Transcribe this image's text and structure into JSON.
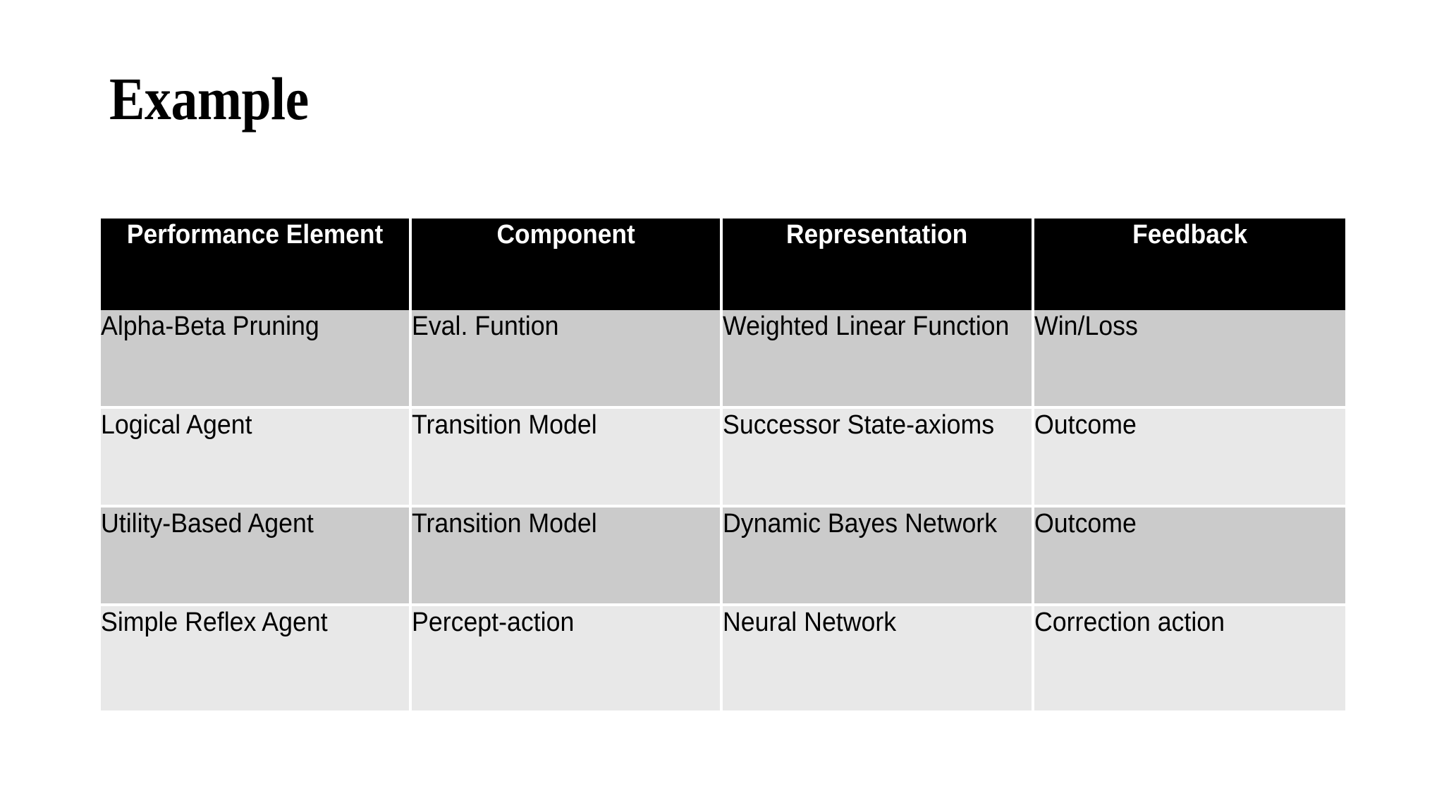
{
  "slide": {
    "title": "Example",
    "background_color": "#ffffff"
  },
  "table": {
    "header_bg": "#000000",
    "header_fg": "#ffffff",
    "row_band_dark": "#cbcbcb",
    "row_band_light": "#e8e8e8",
    "grid_line_color": "#ffffff",
    "columns": [
      "Performance Element",
      "Component",
      "Representation",
      "Feedback"
    ],
    "rows": [
      {
        "performance_element": "Alpha-Beta Pruning",
        "component": "Eval. Funtion",
        "representation": "Weighted Linear Function",
        "feedback": "Win/Loss"
      },
      {
        "performance_element": "Logical Agent",
        "component": "Transition Model",
        "representation": "Successor State-axioms",
        "feedback": "Outcome"
      },
      {
        "performance_element": "Utility-Based Agent",
        "component": "Transition Model",
        "representation": "Dynamic Bayes Network",
        "feedback": "Outcome"
      },
      {
        "performance_element": "Simple Reflex Agent",
        "component": "Percept-action",
        "representation": "Neural Network",
        "feedback": "Correction action"
      }
    ]
  }
}
